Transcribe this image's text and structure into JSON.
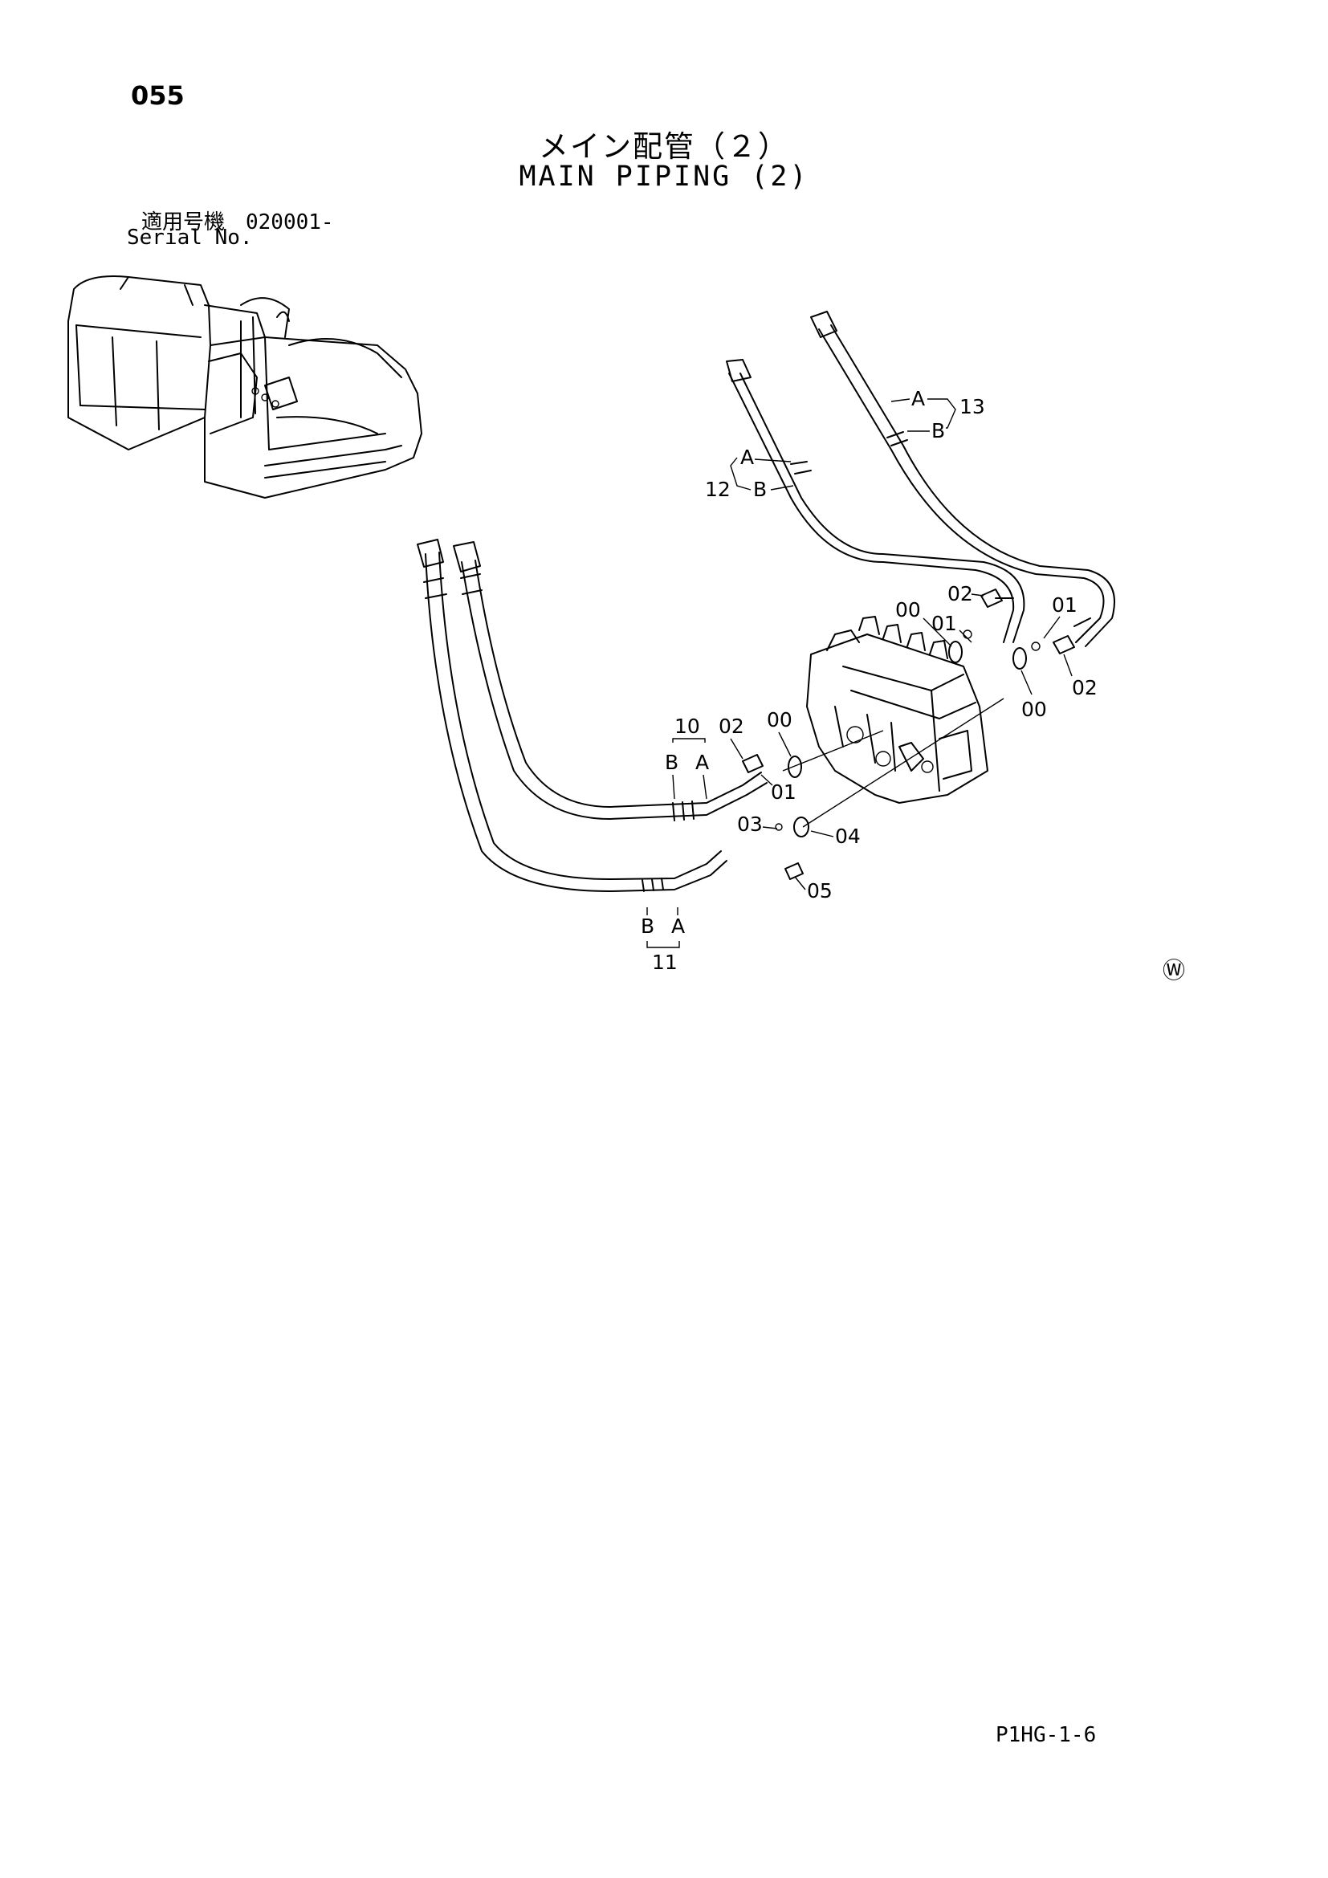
{
  "page": {
    "number": "055",
    "title_jp": "メイン配管（２）",
    "title_en": "MAIN PIPING (2)",
    "serial_label_jp": "適用号機　020001-",
    "serial_label_en": "Serial No.",
    "footer_code": "P1HG-1-6",
    "watermark_symbol": "Ⓦ"
  },
  "callouts": {
    "c13": "13",
    "c13_a": "A",
    "c13_b": "B",
    "c12": "12",
    "c12_a": "A",
    "c12_b": "B",
    "c10": "10",
    "c10_b": "B",
    "c10_a": "A",
    "c11": "11",
    "c11_b": "B",
    "c11_a": "A",
    "c00_top": "00",
    "c01_top": "01",
    "c02_top": "02",
    "c01_right": "01",
    "c02_right": "02",
    "c00_right": "00",
    "c02_mid": "02",
    "c00_mid": "00",
    "c01_mid": "01",
    "c03": "03",
    "c04": "04",
    "c05": "05"
  }
}
